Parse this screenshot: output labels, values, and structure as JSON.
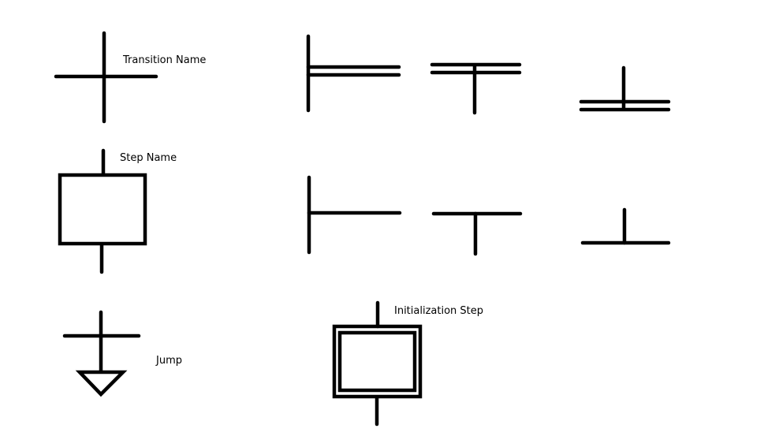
{
  "labels": {
    "transition": "Transition Name",
    "step": "Step Name",
    "jump": "Jump",
    "initialization_step": "Initialization Step"
  },
  "colors": {
    "stroke": "#000000",
    "background": "#ffffff"
  }
}
